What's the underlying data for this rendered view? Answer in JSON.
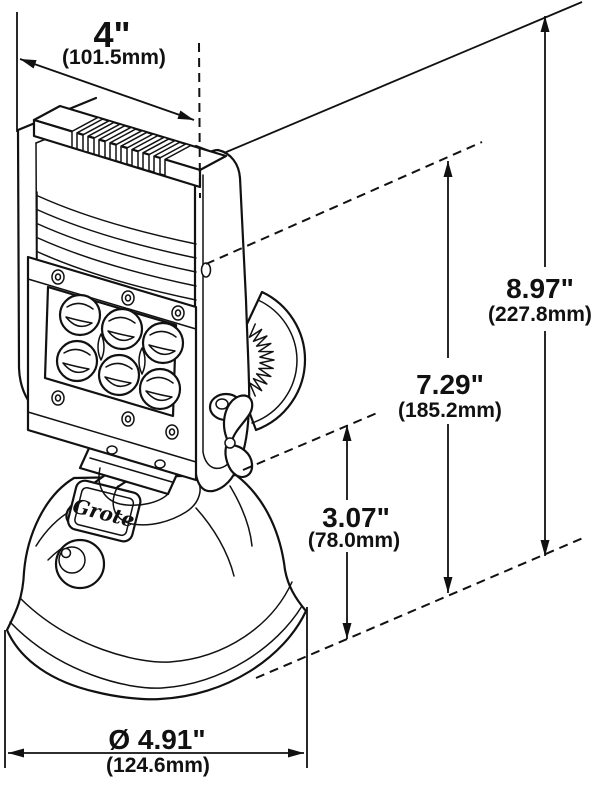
{
  "diagram": {
    "brand_label": "Grote",
    "dims": {
      "width": {
        "in": "4\"",
        "mm": "(101.5mm)"
      },
      "overall_height": {
        "in": "8.97\"",
        "mm": "(227.8mm)"
      },
      "pivot_height": {
        "in": "7.29\"",
        "mm": "(185.2mm)"
      },
      "base_height": {
        "in": "3.07\"",
        "mm": "(78.0mm)"
      },
      "base_diameter": {
        "in": "Ø 4.91\"",
        "mm": "(124.6mm)"
      }
    },
    "colors": {
      "ink": "#111111",
      "paper": "#ffffff"
    }
  }
}
